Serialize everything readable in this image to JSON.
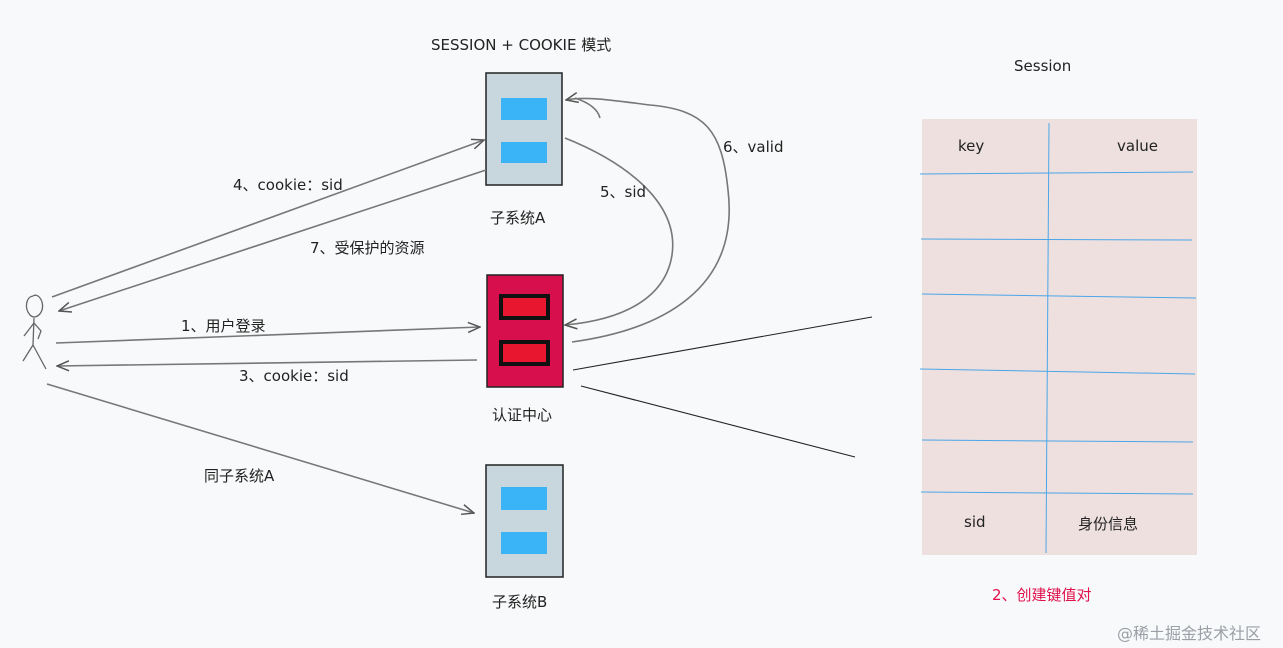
{
  "title": "SESSION + COOKIE 模式",
  "nodes": {
    "subsystem_a": "子系统A",
    "auth_center": "认证中心",
    "subsystem_b": "子系统B"
  },
  "arrows": {
    "cookie_sid_a": "4、cookie：sid",
    "protected": "7、受保护的资源",
    "login": "1、用户登录",
    "cookie_sid_auth": "3、cookie：sid",
    "same_as_a": "同子系统A",
    "sid": "5、sid",
    "valid": "6、valid"
  },
  "session_table": {
    "title": "Session",
    "columns": [
      "key",
      "value"
    ],
    "row": {
      "key": "sid",
      "value": "身份信息"
    },
    "caption": "2、创建键值对"
  },
  "watermark": "@稀土掘金技术社区",
  "colors": {
    "server_box": "#c8d6de",
    "server_slot": "#3ab4f7",
    "auth_box": "#d80f4d",
    "auth_slot": "#e8162f",
    "table_bg": "#ede0df",
    "table_line": "#4aa6e8",
    "caption": "#e0114c"
  }
}
